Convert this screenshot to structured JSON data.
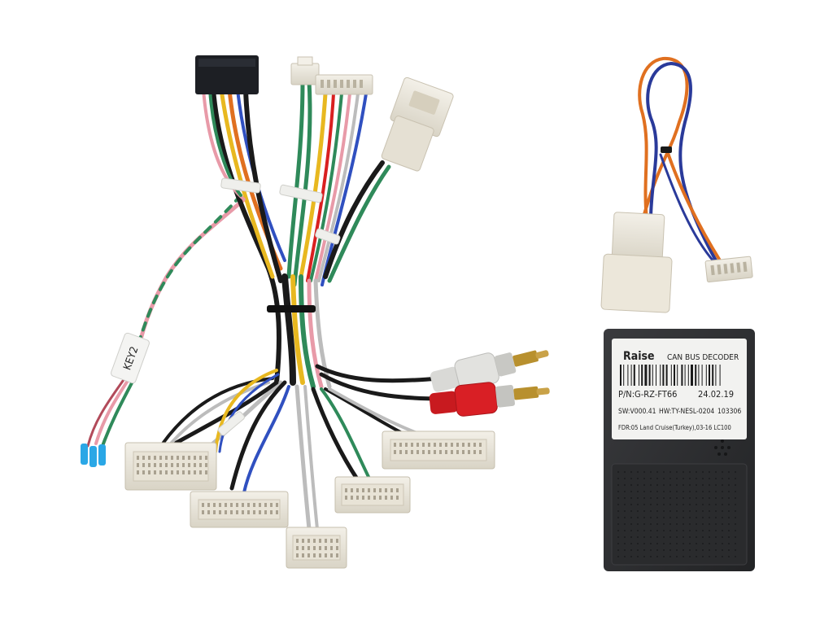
{
  "harness": {
    "tag_text": "KEY2"
  },
  "decoder": {
    "brand": "Raise",
    "product": "CAN BUS DECODER",
    "part_number": "P/N:G-RZ-FT66",
    "date": "24.02.19",
    "sw": "SW:V000.41",
    "hw": "HW:TY-NESL-0204",
    "serial": "103306",
    "fdr": "FDR:05 Land Cruise(Turkey),03-16 LC100",
    "colors": {
      "body": "#2e2f31",
      "label": "#f2f2f0"
    }
  },
  "colors": {
    "connector": "#ece8dd",
    "connector_dark": "#1d1f24",
    "rca_white": "#d9d9d6",
    "rca_red": "#d91f25",
    "wire_black": "#141414",
    "wire_green": "#2f8a5a",
    "wire_orange": "#e07020",
    "wire_yellow": "#e8b820",
    "wire_pink": "#e89aa8",
    "wire_blue": "#3050c0"
  }
}
